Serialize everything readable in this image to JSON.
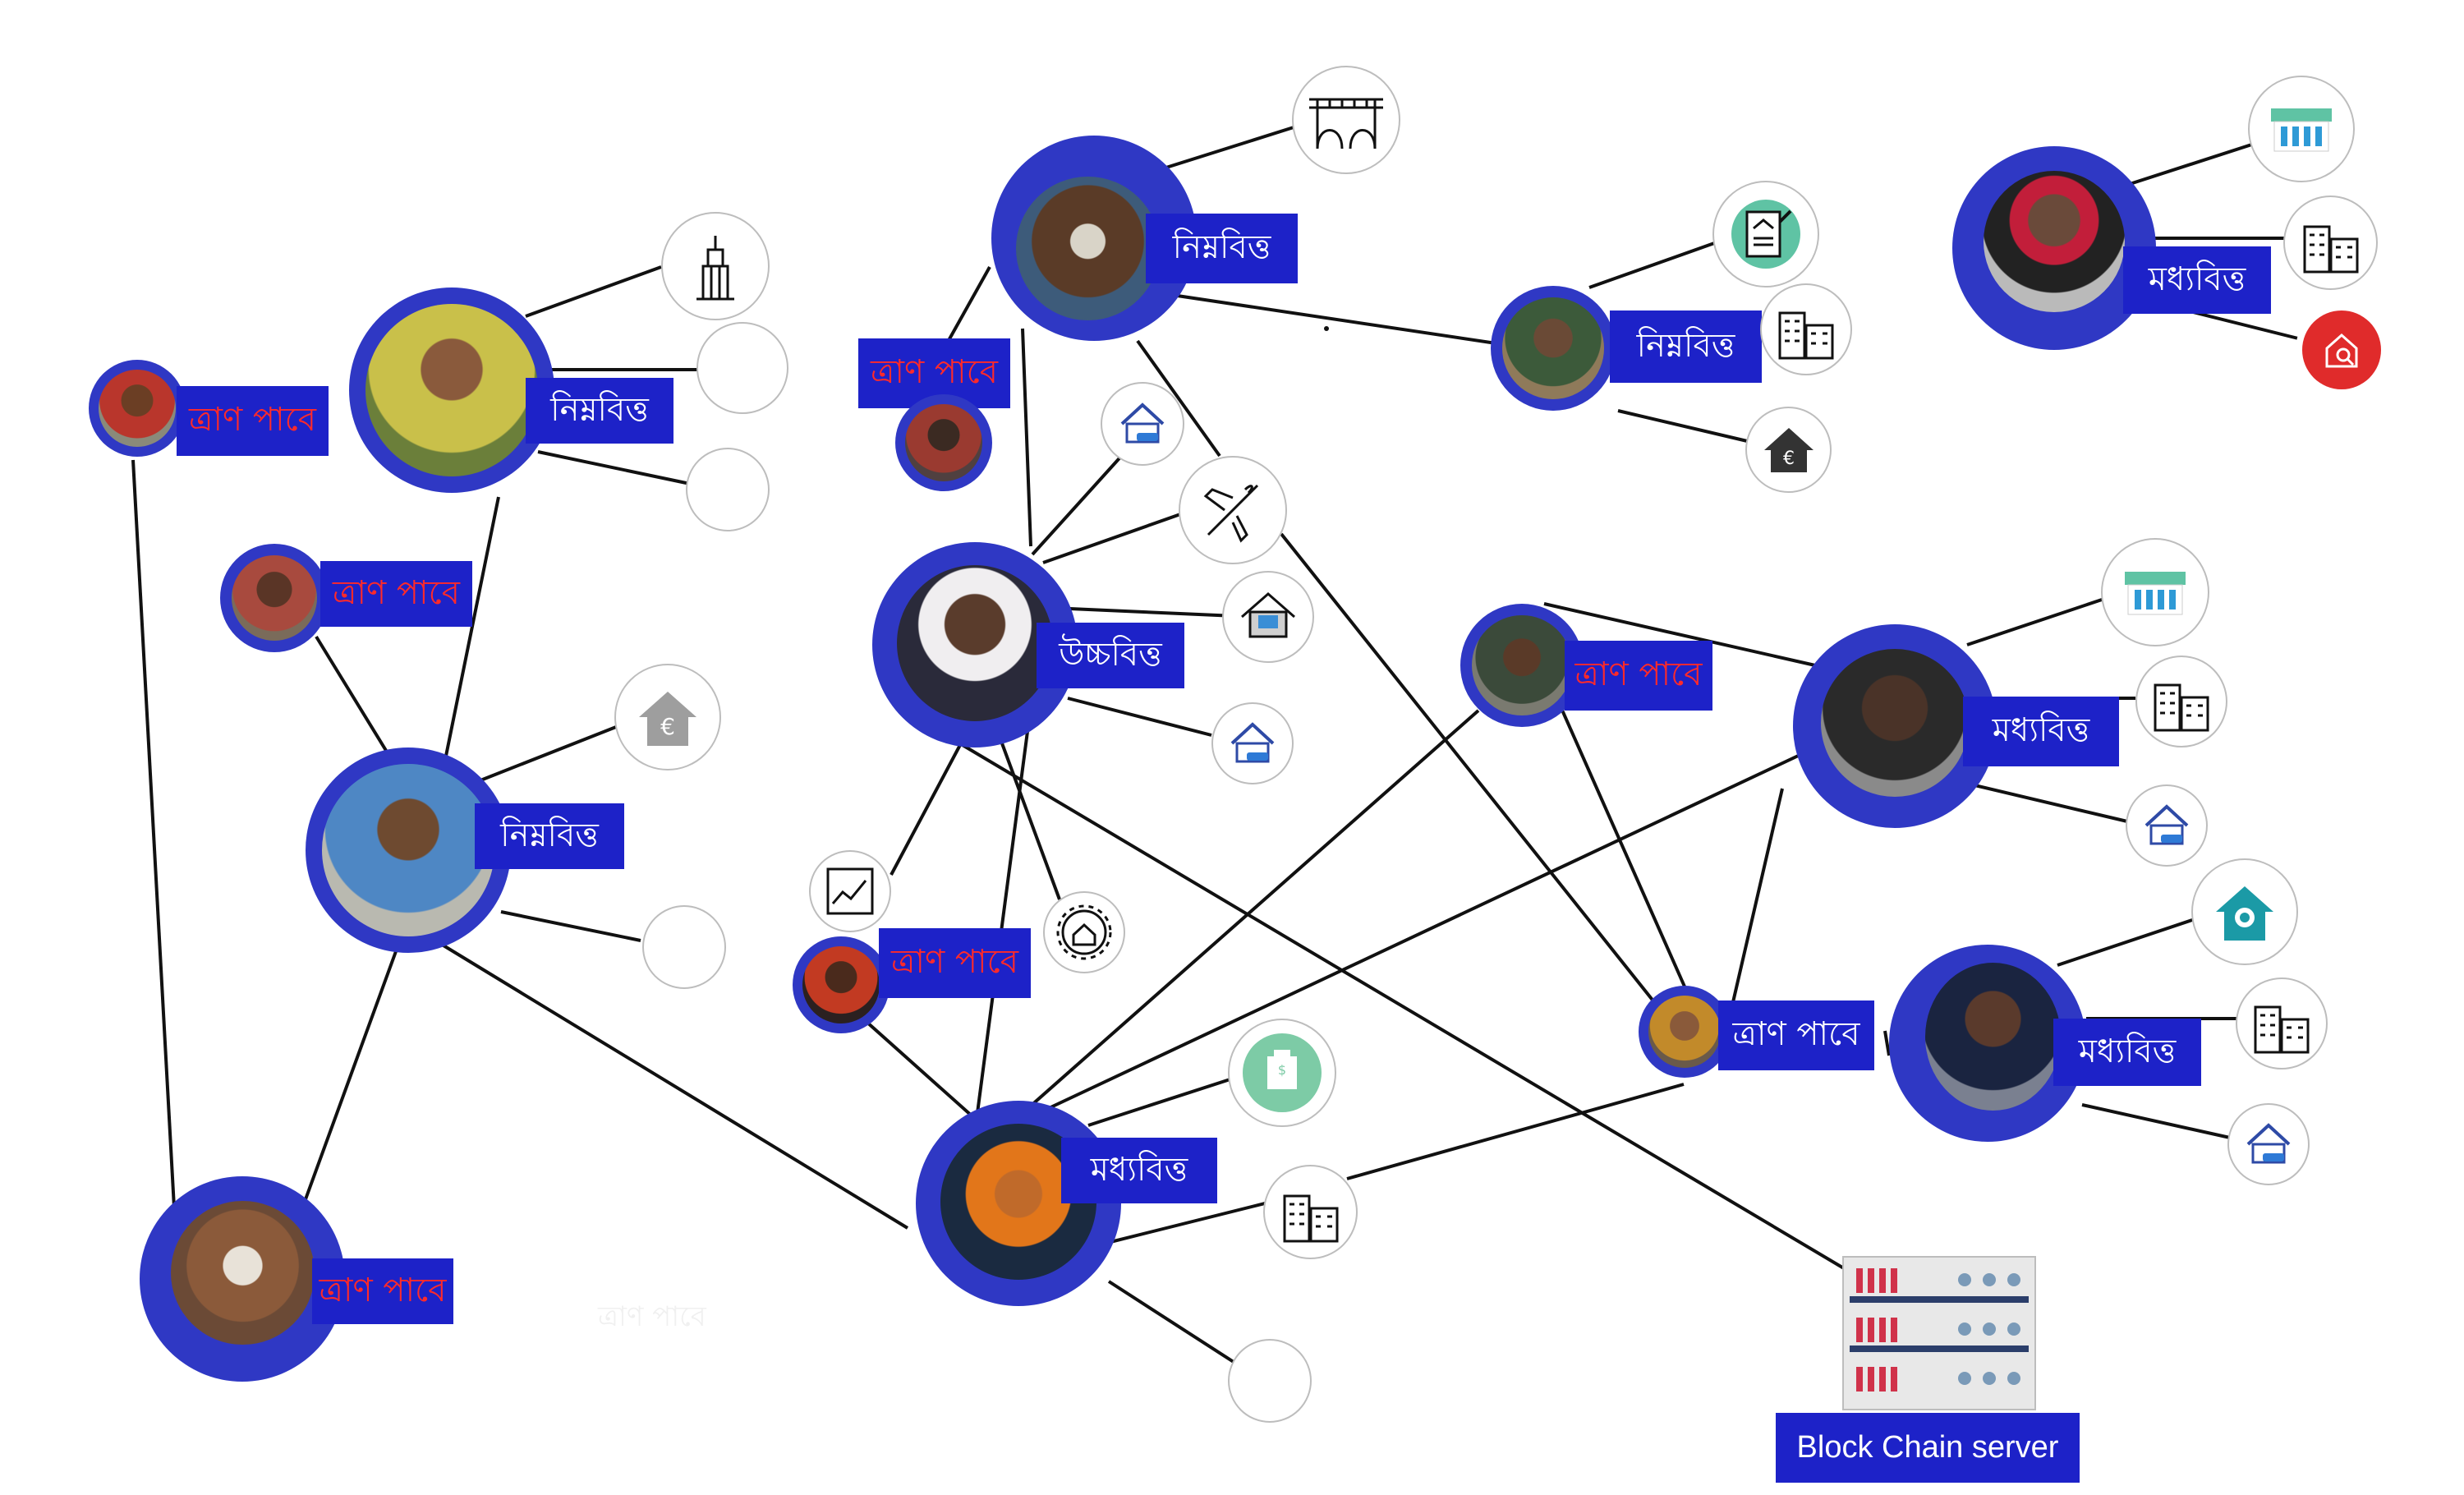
{
  "labels": {
    "low": "নিম্নবিত্ত",
    "middle": "মধ্যবিত্ত",
    "upper": "উচ্চবিত্ত",
    "relief": "ত্রাণ পাবে",
    "server": "Block Chain server"
  },
  "colors": {
    "node_ring": "#2f38c4",
    "label_bg": "#1d22c8",
    "label_text": "#ffffff",
    "relief_text": "#ff2a2a",
    "edge": "#111111"
  },
  "icons": [
    "bridge-icon",
    "building-icon",
    "empty-icon",
    "house-euro-icon",
    "document-house-icon",
    "apartment-icon",
    "bank-icon",
    "search-house-icon",
    "plane-icon",
    "house-car-icon",
    "house-tools-icon",
    "chart-icon",
    "safe-icon",
    "server-icon"
  ]
}
